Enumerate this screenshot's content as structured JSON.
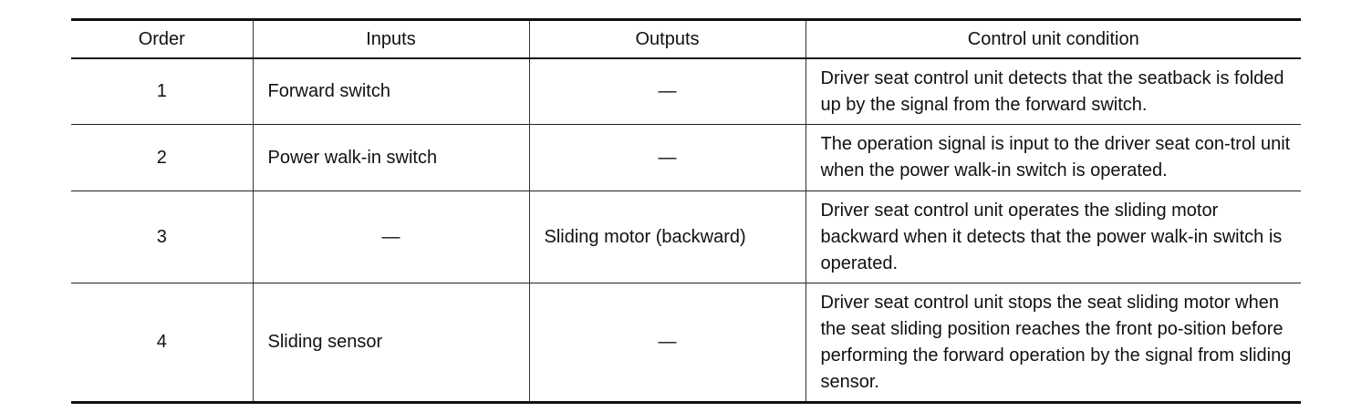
{
  "table": {
    "headers": {
      "order": "Order",
      "inputs": "Inputs",
      "outputs": "Outputs",
      "condition": "Control unit condition"
    },
    "rows": [
      {
        "order": "1",
        "inputs": "Forward switch",
        "outputs": "—",
        "condition": "Driver seat control unit detects that the seatback is folded up by the signal from the forward switch."
      },
      {
        "order": "2",
        "inputs": "Power walk-in switch",
        "outputs": "—",
        "condition": "The operation signal is input to the driver seat con-trol unit when the power walk-in switch is operated."
      },
      {
        "order": "3",
        "inputs": "—",
        "outputs": "Sliding motor (backward)",
        "condition": "Driver seat control unit operates the sliding motor backward when it detects that the power walk-in switch is operated."
      },
      {
        "order": "4",
        "inputs": "Sliding sensor",
        "outputs": "—",
        "condition": "Driver seat control unit stops the seat sliding motor when the seat sliding position reaches the front po-sition before performing the forward operation by the signal from sliding sensor."
      }
    ]
  }
}
